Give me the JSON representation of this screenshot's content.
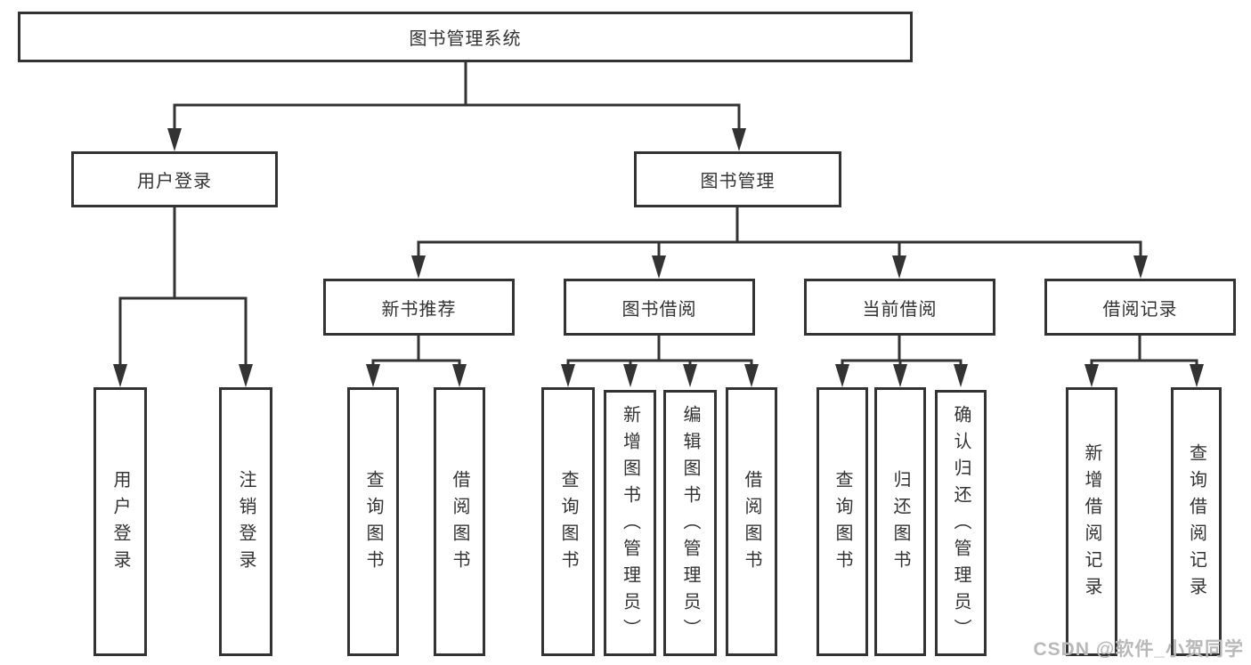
{
  "diagram": {
    "root": {
      "label": "图书管理系统",
      "children": [
        {
          "label": "用户登录",
          "children": [
            {
              "label": "用户登录"
            },
            {
              "label": "注销登录"
            }
          ]
        },
        {
          "label": "图书管理",
          "children": [
            {
              "label": "新书推荐",
              "children": [
                {
                  "label": "查询图书"
                },
                {
                  "label": "借阅图书"
                }
              ]
            },
            {
              "label": "图书借阅",
              "children": [
                {
                  "label": "查询图书"
                },
                {
                  "label": "新增图书（管理员）"
                },
                {
                  "label": "编辑图书（管理员）"
                },
                {
                  "label": "借阅图书"
                }
              ]
            },
            {
              "label": "当前借阅",
              "children": [
                {
                  "label": "查询图书"
                },
                {
                  "label": "归还图书"
                },
                {
                  "label": "确认归还（管理员）"
                }
              ]
            },
            {
              "label": "借阅记录",
              "children": [
                {
                  "label": "新增借阅记录"
                },
                {
                  "label": "查询借阅记录"
                }
              ]
            }
          ]
        }
      ]
    }
  },
  "watermark": {
    "text": "CSDN @软件_小贺同学"
  },
  "colors": {
    "line": "#333333",
    "text": "#333333",
    "watermark": "#b9b9b9",
    "background": "#ffffff"
  }
}
